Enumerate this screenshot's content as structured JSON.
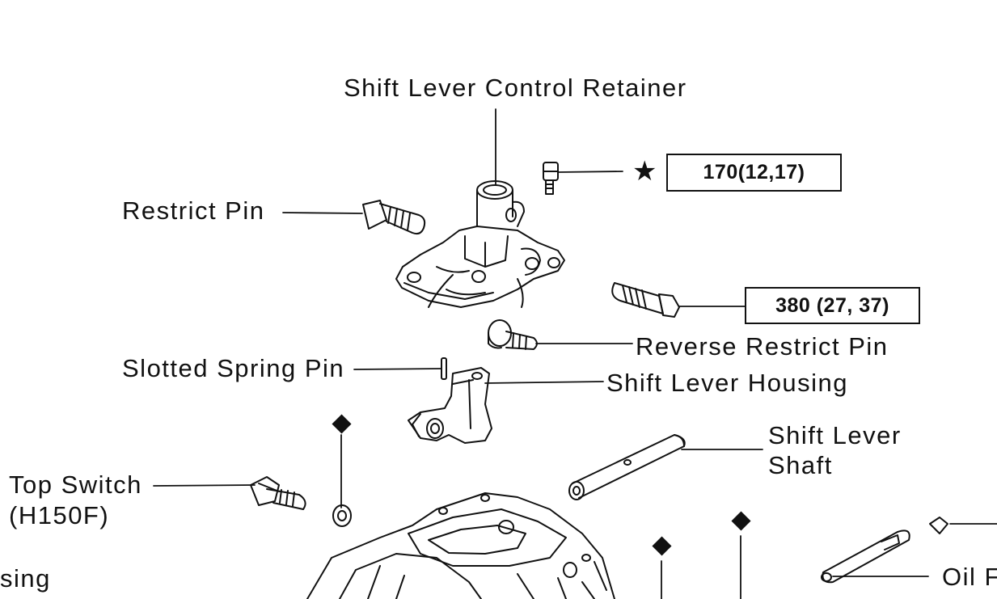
{
  "labels": {
    "shift_lever_control_retainer": "Shift Lever Control Retainer",
    "restrict_pin": "Restrict Pin",
    "reverse_restrict_pin": "Reverse Restrict Pin",
    "slotted_spring_pin": "Slotted Spring Pin",
    "shift_lever_housing": "Shift Lever Housing",
    "shift_lever_shaft_line1": "Shift Lever",
    "shift_lever_shaft_line2": "Shaft",
    "top_switch_line1": "Top Switch",
    "top_switch_line2": "(H150F)",
    "housing_partial": "sing",
    "oil_partial": "Oil F"
  },
  "torque_specs": {
    "retainer_bolt": "170(12,17)",
    "reverse_restrict_pin": "380 (27, 37)"
  },
  "symbols": {
    "star_icon": "★",
    "diamond_icon": "non-reusable-part-diamond"
  },
  "colors": {
    "ink": "#111111",
    "background": "#ffffff"
  }
}
